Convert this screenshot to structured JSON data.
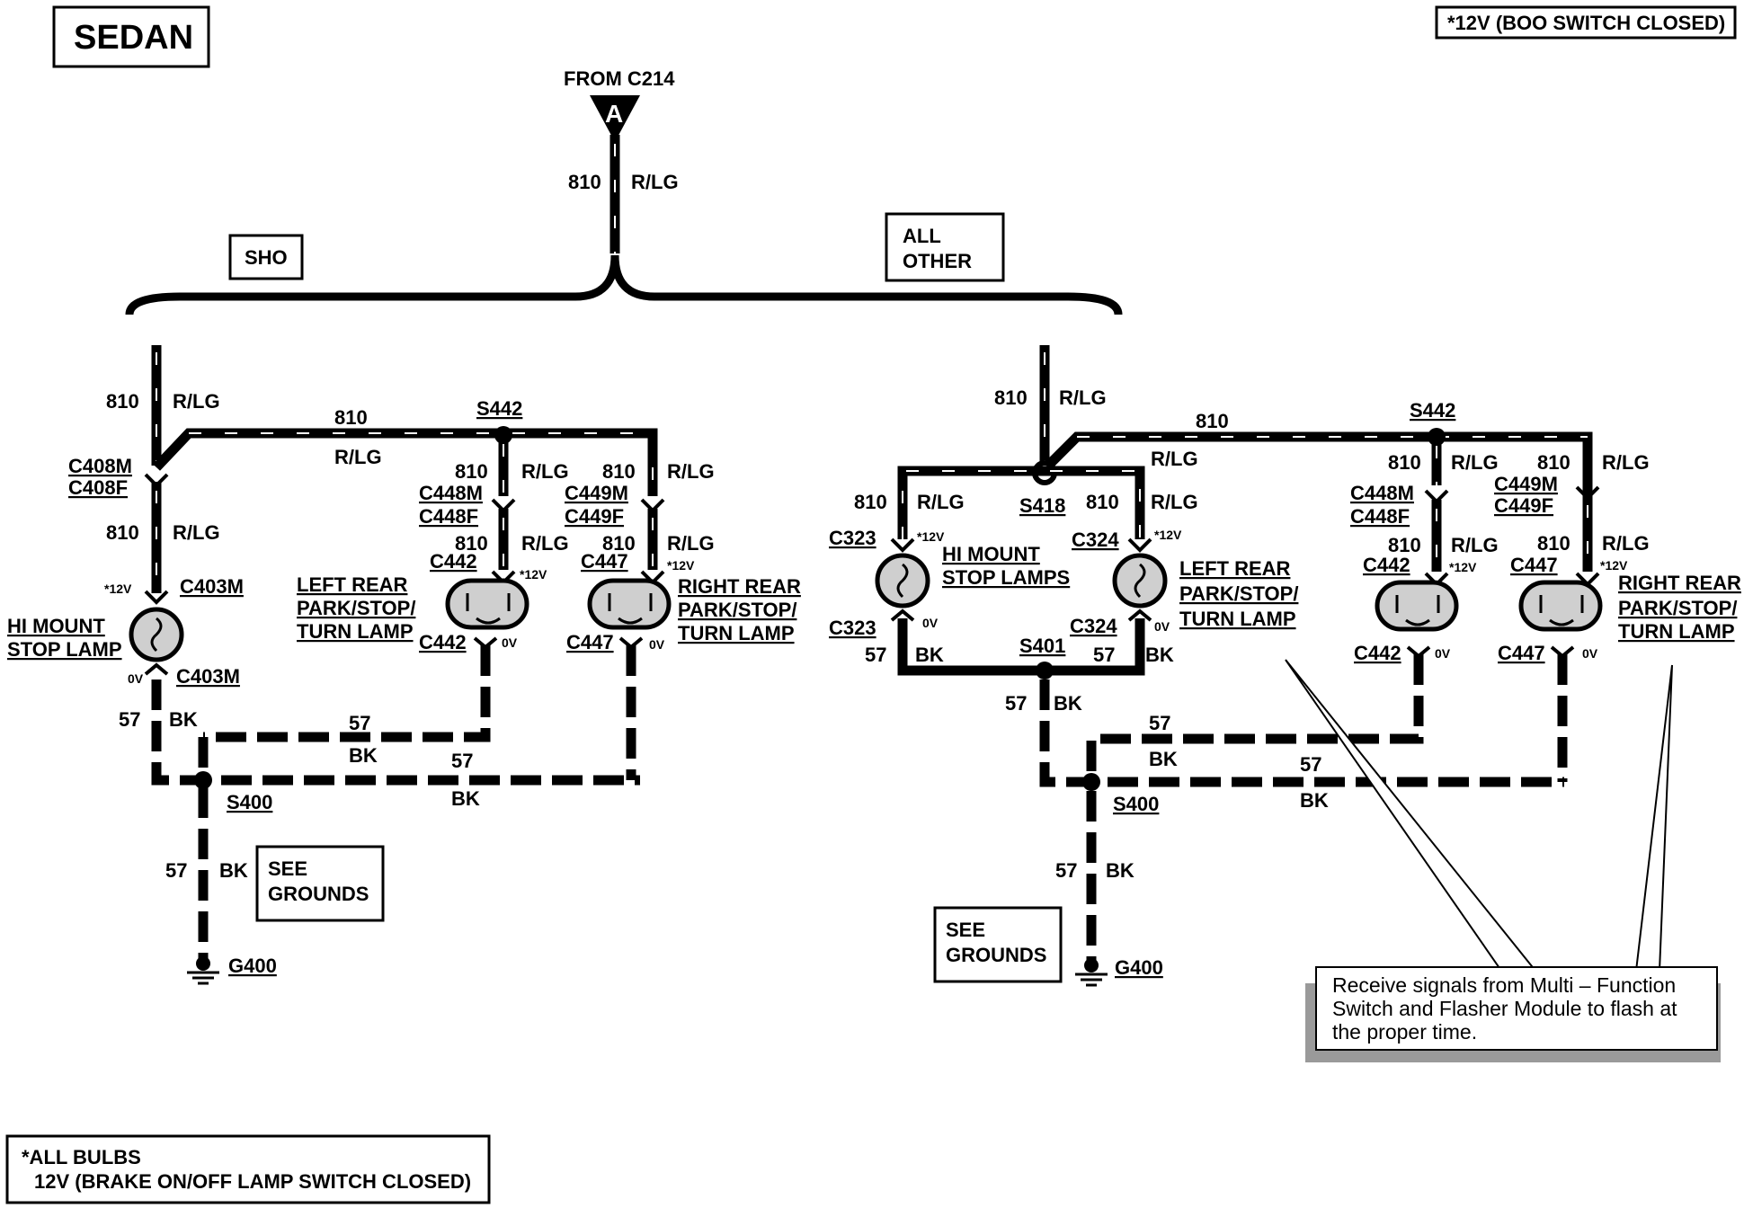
{
  "title": "SEDAN",
  "top_note": "*12V (BOO SWITCH CLOSED)",
  "bottom_note": {
    "line1": "*ALL BULBS",
    "line2": "12V (BRAKE ON/OFF LAMP SWITCH CLOSED)"
  },
  "source": {
    "label": "FROM C214",
    "connector": "A"
  },
  "feed": {
    "circuit": "810",
    "color": "R/LG"
  },
  "ground": {
    "circuit": "57",
    "color": "BK"
  },
  "variants": {
    "sho": "SHO",
    "all_other_1": "ALL",
    "all_other_2": "OTHER"
  },
  "see_grounds": {
    "line1": "SEE",
    "line2": "GROUNDS"
  },
  "splices": {
    "s442": "S442",
    "s400": "S400",
    "s418": "S418",
    "s401": "S401"
  },
  "grounds": {
    "g400": "G400"
  },
  "connectors": {
    "c408m": "C408M",
    "c408f": "C408F",
    "c403m": "C403M",
    "c448m": "C448M",
    "c448f": "C448F",
    "c449m": "C449M",
    "c449f": "C449F",
    "c442": "C442",
    "c447": "C447",
    "c323": "C323",
    "c324": "C324"
  },
  "voltages": {
    "v12": "*12V",
    "v0": "0V"
  },
  "lamps": {
    "hi_mount_1": "HI MOUNT",
    "hi_mount_2": "STOP LAMP",
    "hi_mount_lamps_2": "STOP LAMPS",
    "left_1": "LEFT REAR",
    "left_2": "PARK/STOP/",
    "left_3": "TURN LAMP",
    "right_1": "RIGHT REAR",
    "right_2": "PARK/STOP/",
    "right_3": "TURN LAMP"
  },
  "callout": {
    "line1": "Receive signals from Multi – Function",
    "line2": "Switch and Flasher Module to flash at",
    "line3": "the proper time."
  }
}
